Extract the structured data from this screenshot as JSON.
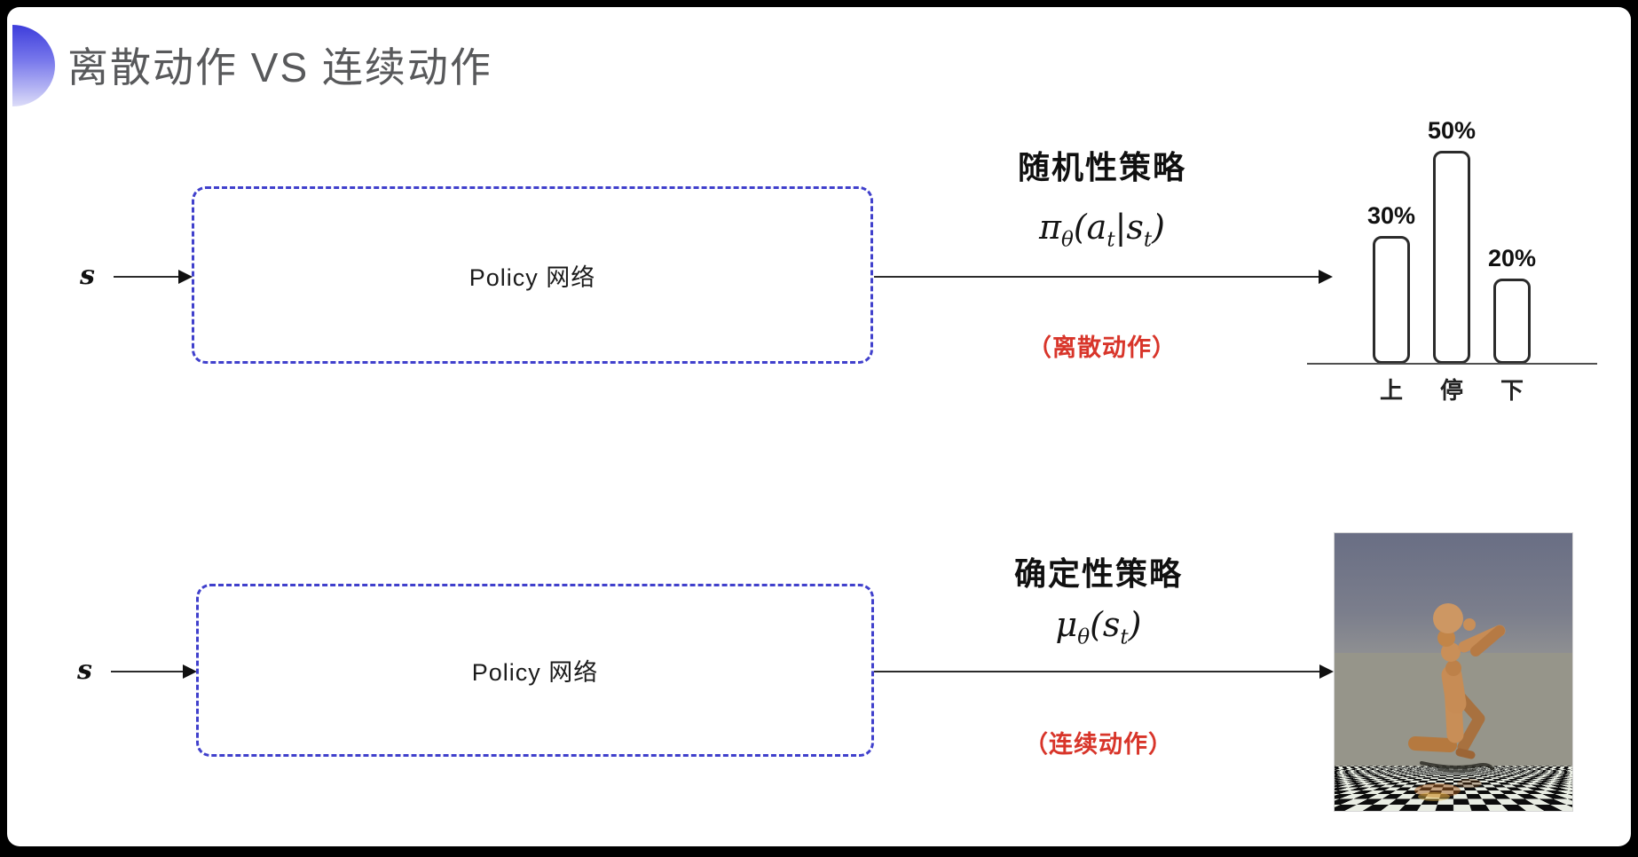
{
  "frame": {
    "background": "#000000",
    "slide_background": "#ffffff"
  },
  "title": {
    "text": "离散动作 VS 连续动作",
    "color": "#58595b",
    "bullet_gradient_top": "#3d3ddb",
    "bullet_gradient_bottom": "#dcdcf8"
  },
  "colors": {
    "dashed_box_border": "#4040cc",
    "arrow": "#2b2b2b",
    "action_note_red": "#d8352a",
    "text_black": "#141414"
  },
  "top_row": {
    "input_label": "s",
    "box_label": "Policy 网络",
    "policy_title": "随机性策略",
    "formula": {
      "pi": "π",
      "theta": "θ",
      "open_a": "(a",
      "sub_t1": "t",
      "bar_s": "|s",
      "sub_t2": "t",
      "close": ")"
    },
    "action_note": "（离散动作）"
  },
  "bottom_row": {
    "input_label": "s",
    "box_label": "Policy 网络",
    "policy_title": "确定性策略",
    "formula": {
      "mu": "μ",
      "theta": "θ",
      "open_s": "(s",
      "sub_t": "t",
      "close": ")"
    },
    "action_note": "（连续动作）"
  },
  "chart_data": {
    "type": "bar",
    "categories": [
      "上",
      "停",
      "下"
    ],
    "values": [
      30,
      50,
      20
    ],
    "value_labels": [
      "30%",
      "50%",
      "20%"
    ],
    "title": "",
    "xlabel": "",
    "ylabel": "",
    "ylim": [
      0,
      60
    ],
    "grid": false,
    "legend": false,
    "bar_fill": "#ffffff",
    "bar_border": "#2b2b2b"
  },
  "simulation_image": {
    "name": "mujoco-humanoid-on-checkerboard",
    "sky_color": "#696e84",
    "floor_colors": [
      "#0c0c0c",
      "#e9ede3"
    ],
    "body_color": "#c78c55"
  }
}
